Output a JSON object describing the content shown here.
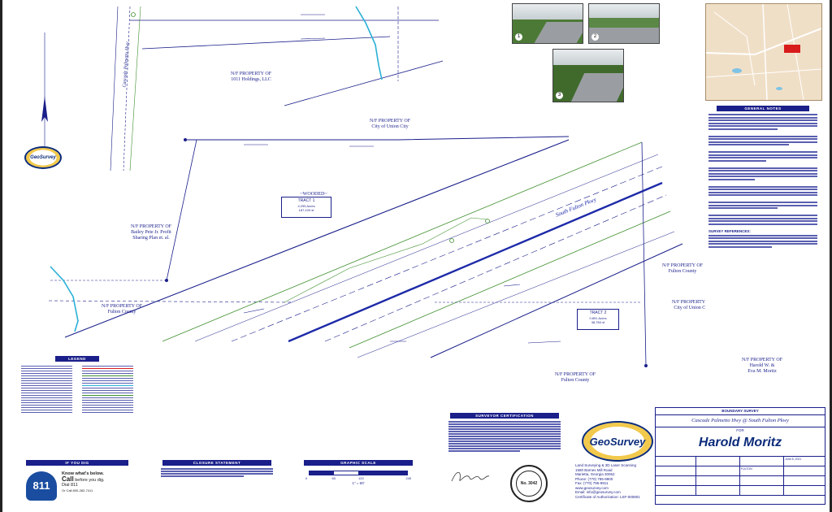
{
  "plat": {
    "tract1": {
      "name": "TRACT 1",
      "acres": "4.295 Acres",
      "sqft": "187,109 sf"
    },
    "tract2": {
      "name": "TRACT 2",
      "acres": "0.891 Acres",
      "sqft": "38,784 sf"
    },
    "wooded_label": "~WOODED~",
    "road_label": "South Fulton Pkwy",
    "street_label": "Cascade Palmetto Hwy",
    "owners": {
      "holdings": "N/F PROPERTY OF\n1011 Holdings, LLC",
      "union_city_top": "N/F PROPERTY OF\nCity of Union City",
      "bailey": "N/F PROPERTY OF\nBailey Pete Jr. Profit\nSharing Plan et. al.",
      "fulton_left": "N/F PROPERTY OF\nFulton County",
      "fulton_right": "N/F PROPERTY OF\nFulton County",
      "union_city_right": "N/F PROPERTY OF\nCity of Union City",
      "fulton_bottom": "N/F PROPERTY OF\nFulton County",
      "harold": "N/F PROPERTY OF\nHarold W. &\nEva M. Moritz"
    }
  },
  "photos": [
    {
      "num": "1"
    },
    {
      "num": "2"
    },
    {
      "num": "3"
    }
  ],
  "panels": {
    "general_notes": "GENERAL NOTES",
    "legend": "LEGEND",
    "if_you_dig": "IF YOU DIG",
    "closure": "CLOSURE STATEMENT",
    "graphic_scale": "GRAPHIC SCALE",
    "surveyor_cert": "SURVEYOR CERTIFICATION",
    "survey_references": "SURVEY REFERENCES:"
  },
  "call811": {
    "logo": "811",
    "line1": "Know what's below.",
    "line2": "Call",
    "line2b": "before you dig.",
    "line3": "Dial 811",
    "line4": "Or Call 800-282-7411"
  },
  "scale": {
    "ticks": [
      "0",
      "60",
      "120",
      "240"
    ],
    "ratio": "1\" = 60'"
  },
  "geosurvey": {
    "brand": "GeoSurvey",
    "tagline": "Land Surveying & 3D Laser Scanning",
    "address1": "1580 Barnes Mill Road",
    "address2": "Marietta, Georgia   30062",
    "phone": "Phone:   (770) 795-9900",
    "fax": "Fax:       (770) 795-9911",
    "web": "www.geosurvey.com",
    "email": "Email: info@geosurvey.com",
    "cert": "Certificate of Authorization: LSF-000801"
  },
  "title_block": {
    "kind": "BOUNDARY SURVEY",
    "project": "Cascade Palmetto Hwy @ South Fulton Pkwy",
    "for": "FOR",
    "client": "Harold Moritz",
    "date": "June 8, 2021",
    "county": "FULTON"
  },
  "seal": {
    "text": "No. 3042"
  },
  "colors": {
    "ink": "#1a1f8a",
    "road": "#1d2aa8",
    "green": "#3f8f2e",
    "water": "#2ab0d6",
    "redline": "#d81b1b"
  }
}
